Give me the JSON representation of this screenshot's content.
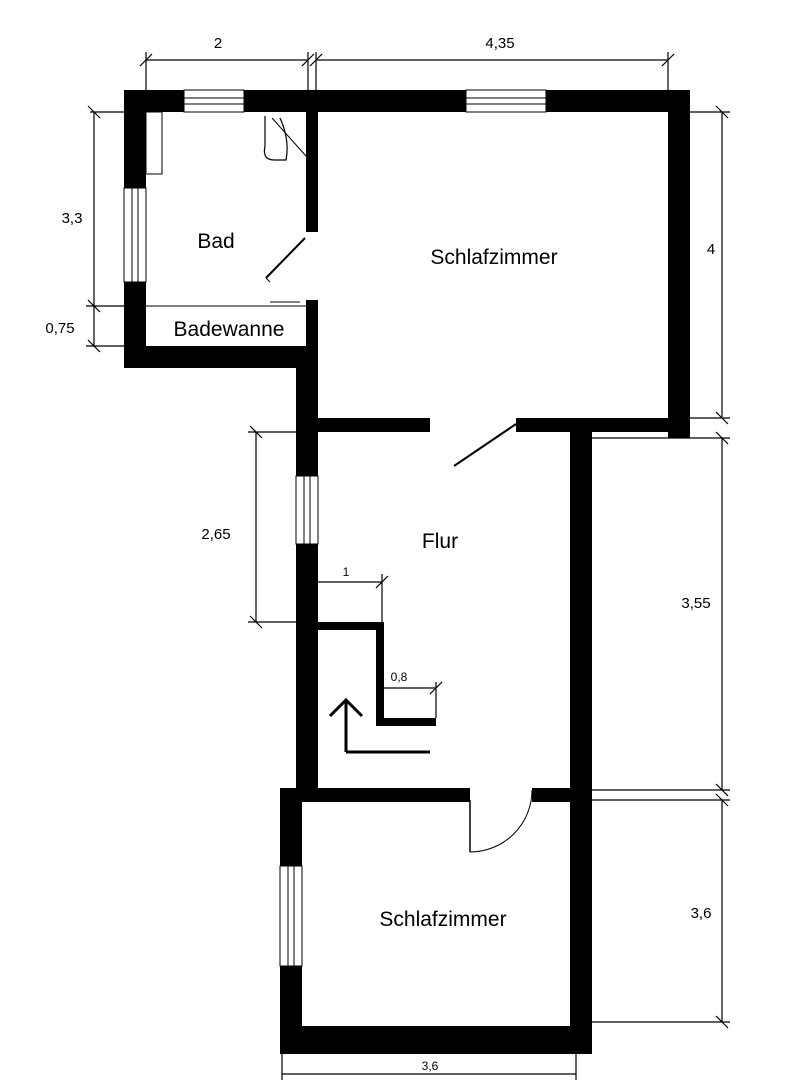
{
  "rooms": {
    "bad": "Bad",
    "badewanne": "Badewanne",
    "schlafzimmer_top": "Schlafzimmer",
    "flur": "Flur",
    "schlafzimmer_bottom": "Schlafzimmer"
  },
  "dimensions": {
    "bad_width": "2",
    "schlafzimmer_top_width": "4,35",
    "bad_depth": "3,3",
    "badewanne_depth": "0,75",
    "schlafzimmer_top_depth": "4",
    "flur_window_section": "2,65",
    "stair_width": "1",
    "stair_step": "0,8",
    "flur_depth": "3,55",
    "schlafzimmer_bottom_depth": "3,6",
    "schlafzimmer_bottom_width": "3,6"
  }
}
